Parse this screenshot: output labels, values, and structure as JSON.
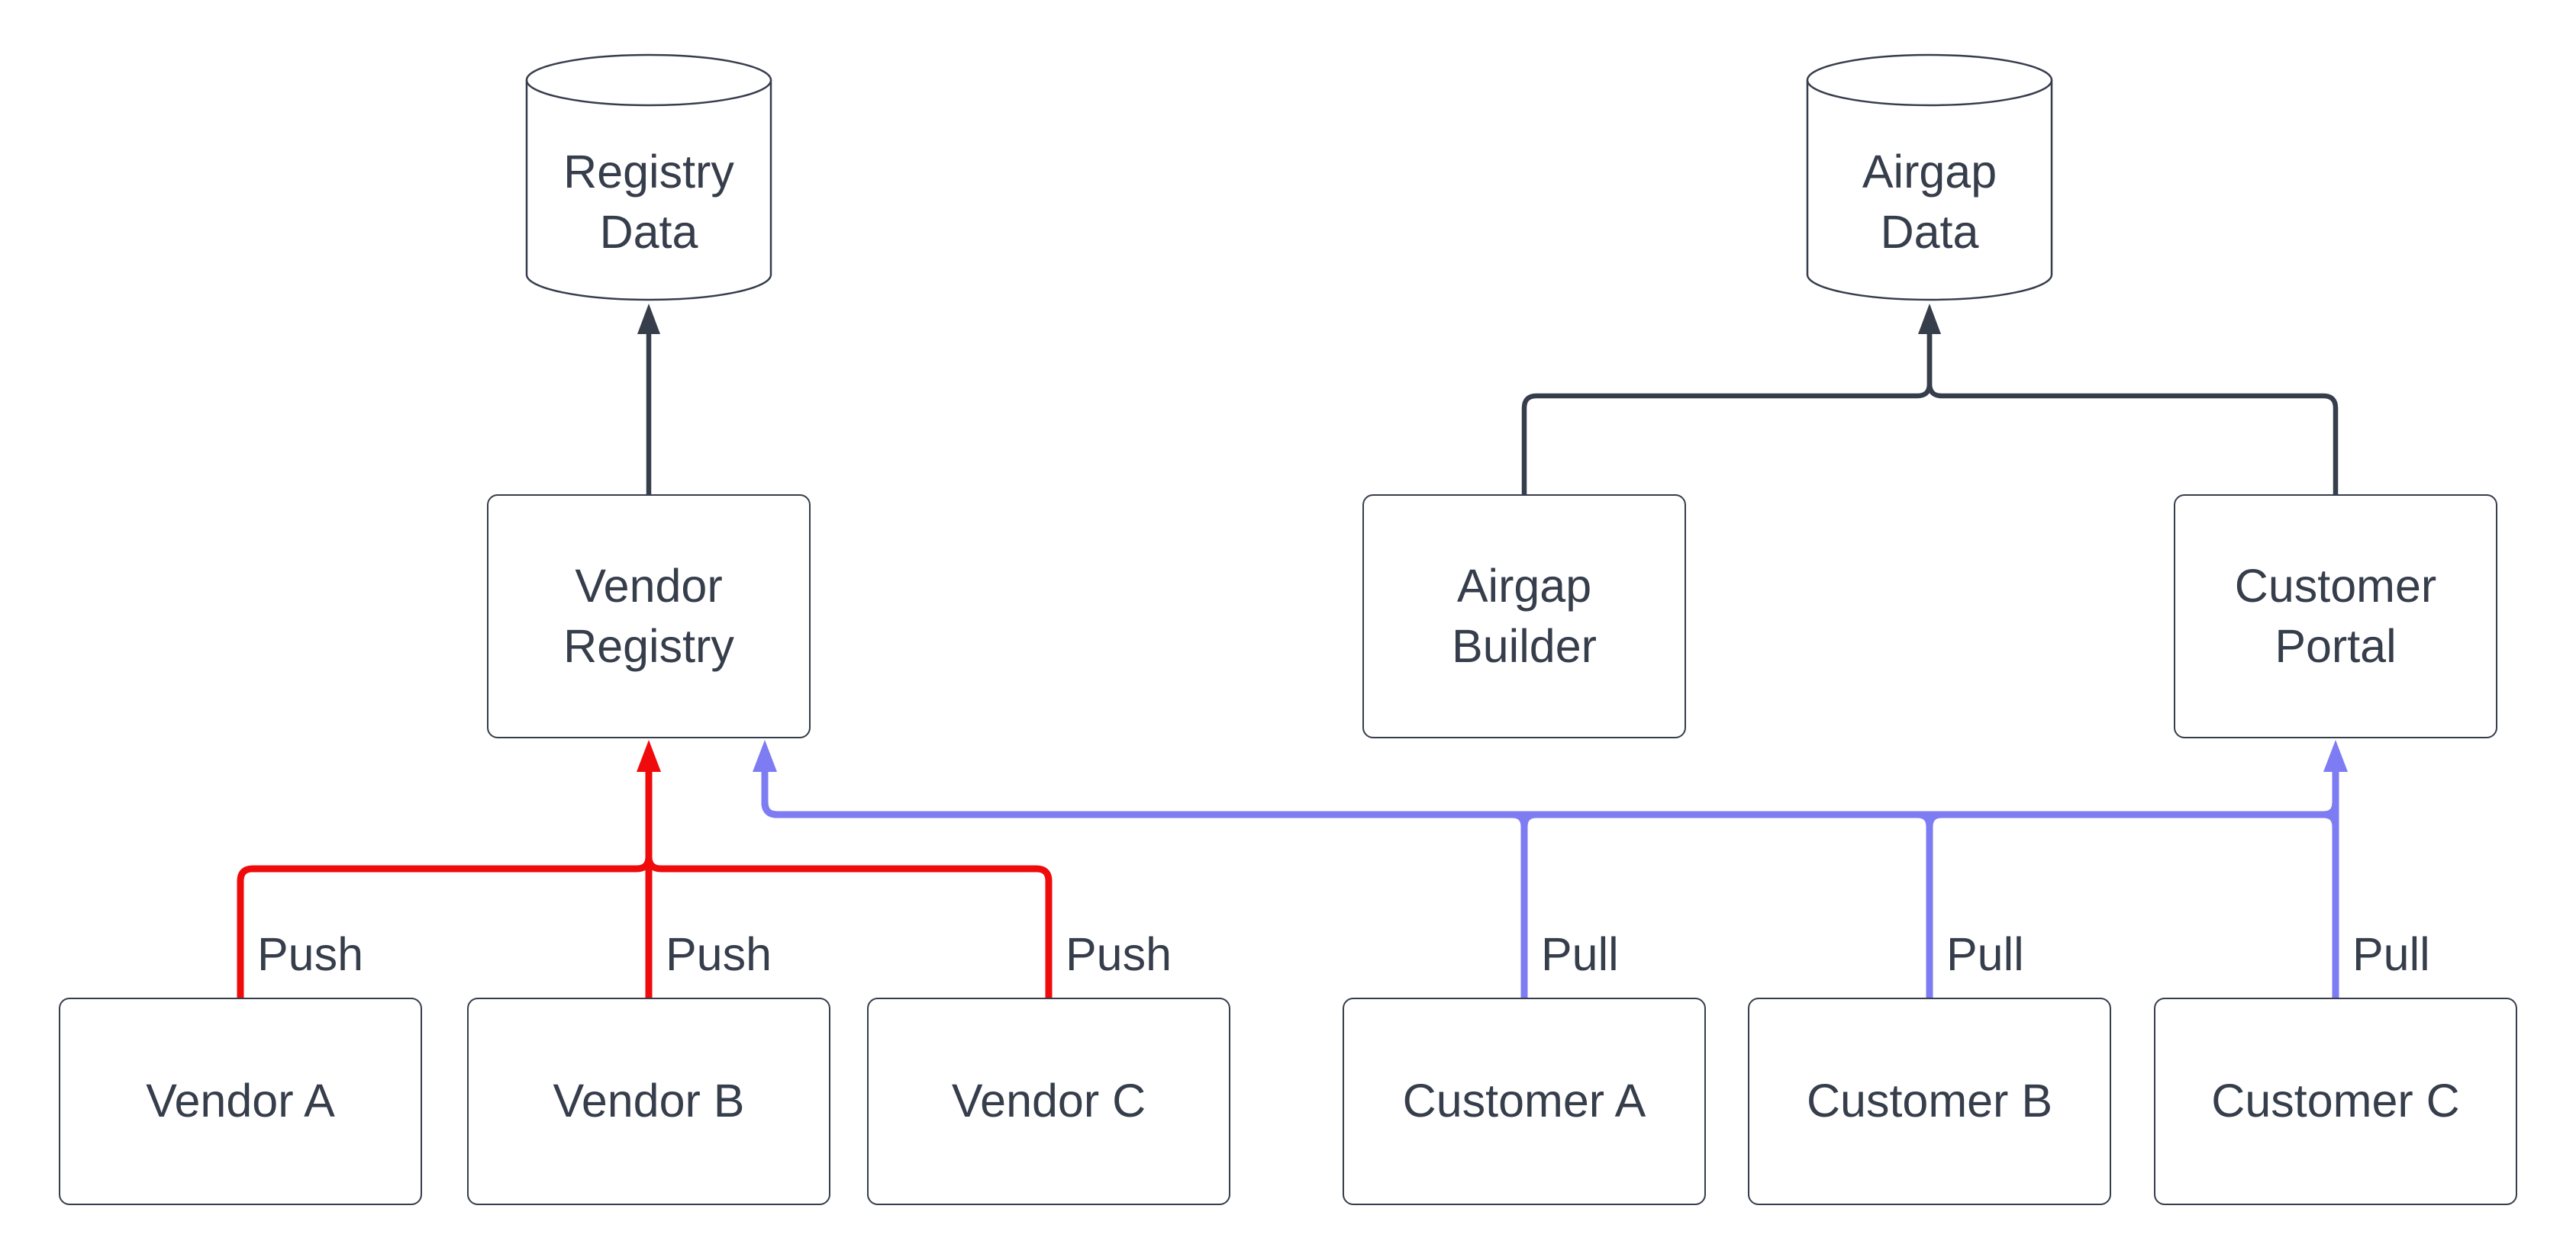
{
  "colors": {
    "ink": "#363d4b",
    "push": "#ef0b0b",
    "pull": "#7e7cf3",
    "node_fill": "#ffffff",
    "background": "#ffffff"
  },
  "nodes": {
    "registry_data": {
      "label": "Registry\nData",
      "shape": "cylinder"
    },
    "airgap_data": {
      "label": "Airgap\nData",
      "shape": "cylinder"
    },
    "vendor_registry": {
      "label": "Vendor\nRegistry",
      "shape": "rect"
    },
    "airgap_builder": {
      "label": "Airgap\nBuilder",
      "shape": "rect"
    },
    "customer_portal": {
      "label": "Customer\nPortal",
      "shape": "rect"
    },
    "vendor_a": {
      "label": "Vendor A",
      "shape": "rect"
    },
    "vendor_b": {
      "label": "Vendor B",
      "shape": "rect"
    },
    "vendor_c": {
      "label": "Vendor C",
      "shape": "rect"
    },
    "customer_a": {
      "label": "Customer A",
      "shape": "rect"
    },
    "customer_b": {
      "label": "Customer B",
      "shape": "rect"
    },
    "customer_c": {
      "label": "Customer C",
      "shape": "rect"
    }
  },
  "edges": [
    {
      "from": "vendor_registry",
      "to": "registry_data",
      "label": "",
      "color": "ink"
    },
    {
      "from": "airgap_builder",
      "to": "airgap_data",
      "label": "",
      "color": "ink"
    },
    {
      "from": "customer_portal",
      "to": "airgap_data",
      "label": "",
      "color": "ink"
    },
    {
      "from": "vendor_a",
      "to": "vendor_registry",
      "label": "Push",
      "color": "push"
    },
    {
      "from": "vendor_b",
      "to": "vendor_registry",
      "label": "Push",
      "color": "push"
    },
    {
      "from": "vendor_c",
      "to": "vendor_registry",
      "label": "Push",
      "color": "push"
    },
    {
      "from": "customer_a",
      "to": "vendor_registry",
      "label": "Pull",
      "color": "pull"
    },
    {
      "from": "customer_b",
      "to": "vendor_registry",
      "label": "Pull",
      "color": "pull"
    },
    {
      "from": "customer_c",
      "to": "vendor_registry",
      "label": "Pull",
      "color": "pull"
    },
    {
      "from": "customer_a",
      "to": "customer_portal",
      "label": "",
      "color": "pull"
    },
    {
      "from": "customer_b",
      "to": "customer_portal",
      "label": "",
      "color": "pull"
    },
    {
      "from": "customer_c",
      "to": "customer_portal",
      "label": "",
      "color": "pull"
    }
  ]
}
